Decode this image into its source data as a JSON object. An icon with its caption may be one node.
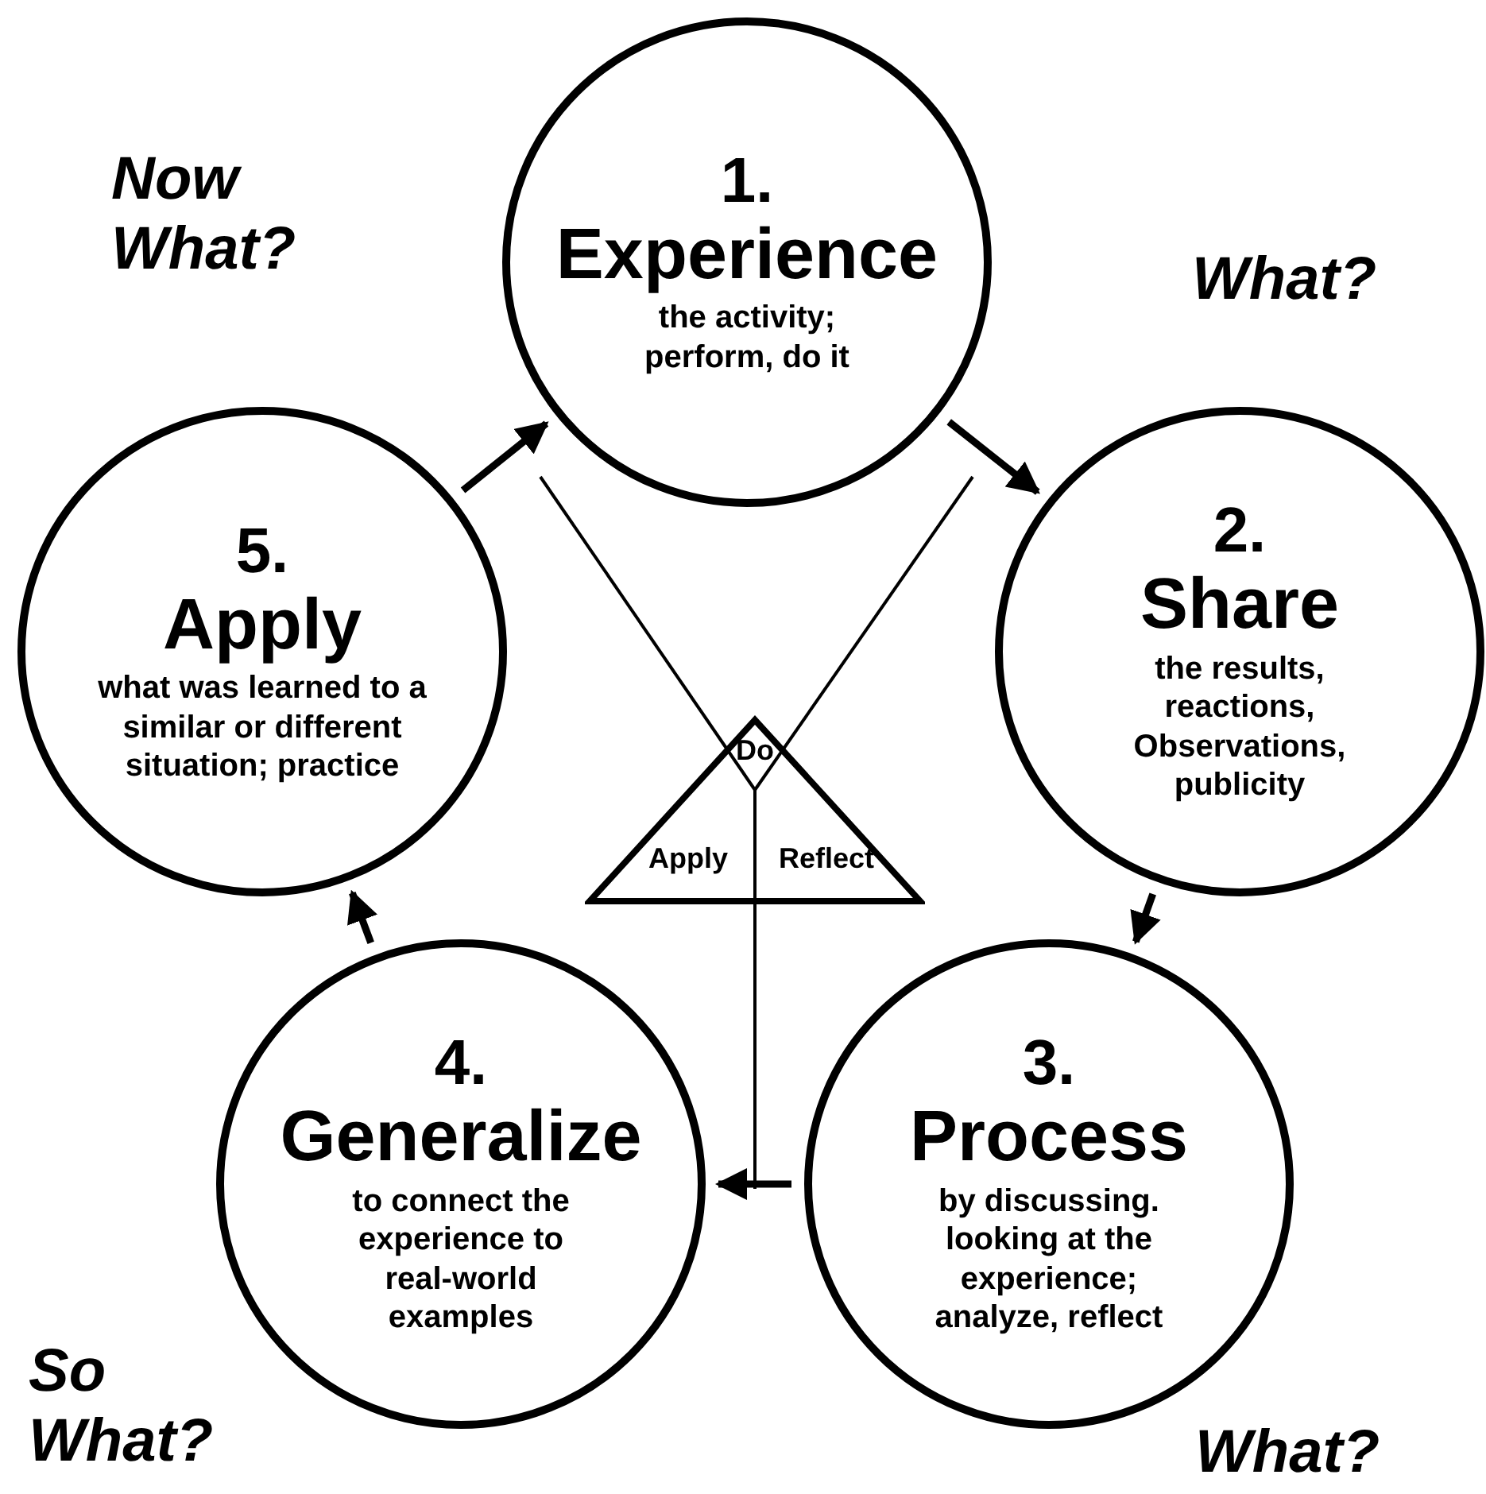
{
  "diagram": {
    "nodes": [
      {
        "text": [
          "1.",
          "Experience",
          "the activity; perform, do it"
        ]
      },
      {
        "text": [
          "2.",
          "Share",
          "the results, reactions, Observations, publicity"
        ]
      },
      {
        "text": [
          "3.",
          "Process",
          "by discussing. looking at the experience; analyze, reflect"
        ]
      },
      {
        "text": [
          "4.",
          "Generalize",
          "to connect the experience to real-world examples"
        ]
      },
      {
        "text": [
          "5.",
          "Apply",
          "what was learned to a similar or different situation; practice"
        ]
      },
      {
        "text": [
          "Do",
          "Apply",
          "Reflect"
        ]
      }
    ],
    "edges": [
      {
        "from": 0,
        "to": 1,
        "arrow": "to"
      },
      {
        "from": 1,
        "to": 2,
        "arrow": "to"
      },
      {
        "from": 2,
        "to": 3,
        "arrow": "to"
      },
      {
        "from": 3,
        "to": 4,
        "arrow": "to"
      },
      {
        "from": 4,
        "to": 0,
        "arrow": "to"
      },
      {
        "from": 0,
        "to": 5,
        "arrow": "none"
      },
      {
        "from": 0,
        "to": 5,
        "arrow": "none"
      },
      {
        "from": 5,
        "to": null,
        "arrow": "none"
      }
    ],
    "labels": [
      "Now What?",
      "What?",
      "So What?",
      "What?"
    ]
  }
}
